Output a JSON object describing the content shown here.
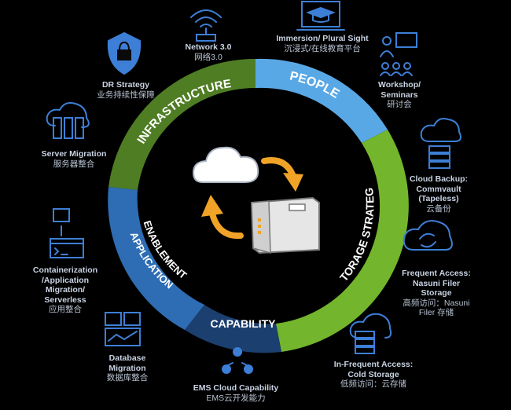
{
  "segments": {
    "infrastructure": "INFRASTRUCTURE",
    "people": "PEOPLE",
    "storage_strategy": "STORAGE STRATEGY",
    "capability": "CAPABILITY",
    "application_enablement": "APPLICATION ENABLEMENT"
  },
  "labels": {
    "network": {
      "en": "Network 3.0",
      "cn": "网络3.0"
    },
    "immersion": {
      "en": "Immersion/ Plural Sight",
      "cn": "沉浸式/在线教育平台"
    },
    "workshop": {
      "en1": "Workshop/",
      "en2": "Seminars",
      "cn": "研讨会"
    },
    "dr": {
      "en": "DR Strategy",
      "cn": "业务持续性保障"
    },
    "server_migration": {
      "en": "Server Migration",
      "cn": "服务器整合"
    },
    "cloud_backup": {
      "en1": "Cloud Backup:",
      "en2": "Commvault",
      "en3": "(Tapeless)",
      "cn": "云备份"
    },
    "container": {
      "en1": "Containerization",
      "en2": "/Application",
      "en3": "Migration/",
      "en4": "Serverless",
      "cn": "应用整合"
    },
    "frequent": {
      "en1": "Frequent Access:",
      "en2": "Nasuni Filer",
      "en3": "Storage",
      "cn1": "高频访问：Nasuni",
      "cn2": "Filer 存储"
    },
    "database": {
      "en1": "Database",
      "en2": "Migration",
      "cn": "数据库整合"
    },
    "infrequent": {
      "en1": "In-Frequent Access:",
      "en2": "Cold Storage",
      "cn": "低频访问：云存储"
    },
    "ems": {
      "en": "EMS Cloud Capability",
      "cn": "EMS云开发能力"
    }
  },
  "colors": {
    "infrastructure": "#4f7d24",
    "people": "#59a8e6",
    "storage": "#73b52c",
    "capability": "#1b3f6e",
    "application": "#2e6db4",
    "icon": "#3d7fd6",
    "arrow": "#f0a326"
  }
}
